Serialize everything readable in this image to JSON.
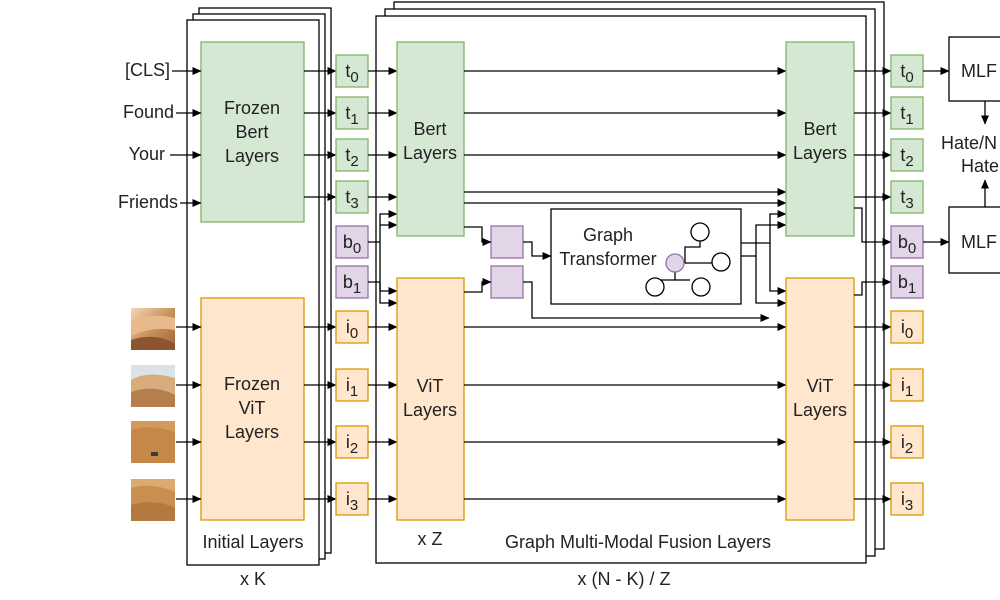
{
  "inputs": {
    "text": [
      "[CLS]",
      "Found",
      "Your",
      "Friends"
    ],
    "image_count": 4
  },
  "initial": {
    "frozen_bert": [
      "Frozen",
      "Bert",
      "Layers"
    ],
    "frozen_vit": [
      "Frozen",
      "ViT",
      "Layers"
    ],
    "caption": "Initial Layers",
    "repeat": "x K"
  },
  "tokens": {
    "t": [
      "t0",
      "t1",
      "t2",
      "t3"
    ],
    "b": [
      "b0",
      "b1"
    ],
    "i": [
      "i0",
      "i1",
      "i2",
      "i3"
    ]
  },
  "fusion": {
    "bert": [
      "Bert",
      "Layers"
    ],
    "vit": [
      "ViT",
      "Layers"
    ],
    "inner_repeat": "x Z",
    "graph": [
      "Graph",
      "Transformer"
    ],
    "caption": "Graph Multi-Modal Fusion Layers",
    "repeat": "x (N - K) / Z"
  },
  "heads": {
    "mlp": "MLF",
    "mlp2": "MLF",
    "output": [
      "Hate/N",
      "Hate"
    ]
  },
  "colors": {
    "bert_fill": "#d5e8d4",
    "bert_stroke": "#82b366",
    "vit_fill": "#ffe6cc",
    "vit_stroke": "#d79b00",
    "bridge_fill": "#e1d5e7",
    "bridge_stroke": "#9673a6"
  }
}
